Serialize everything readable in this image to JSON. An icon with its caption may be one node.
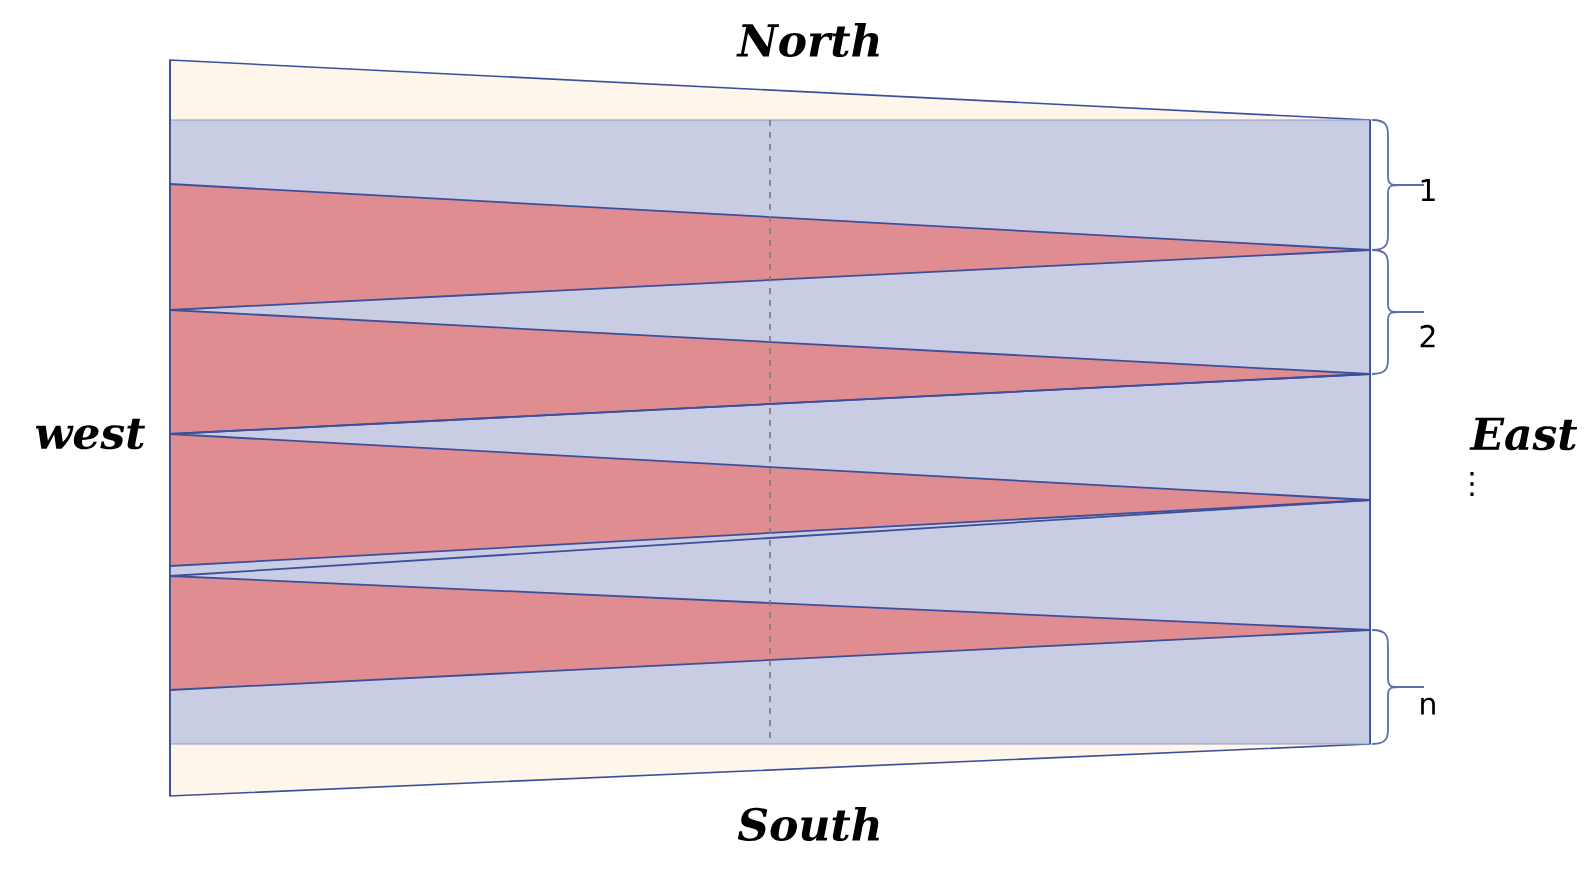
{
  "diagram": {
    "labels": [
      "North",
      "west",
      "1",
      "2",
      "East",
      "⋮",
      "n",
      "South"
    ]
  }
}
